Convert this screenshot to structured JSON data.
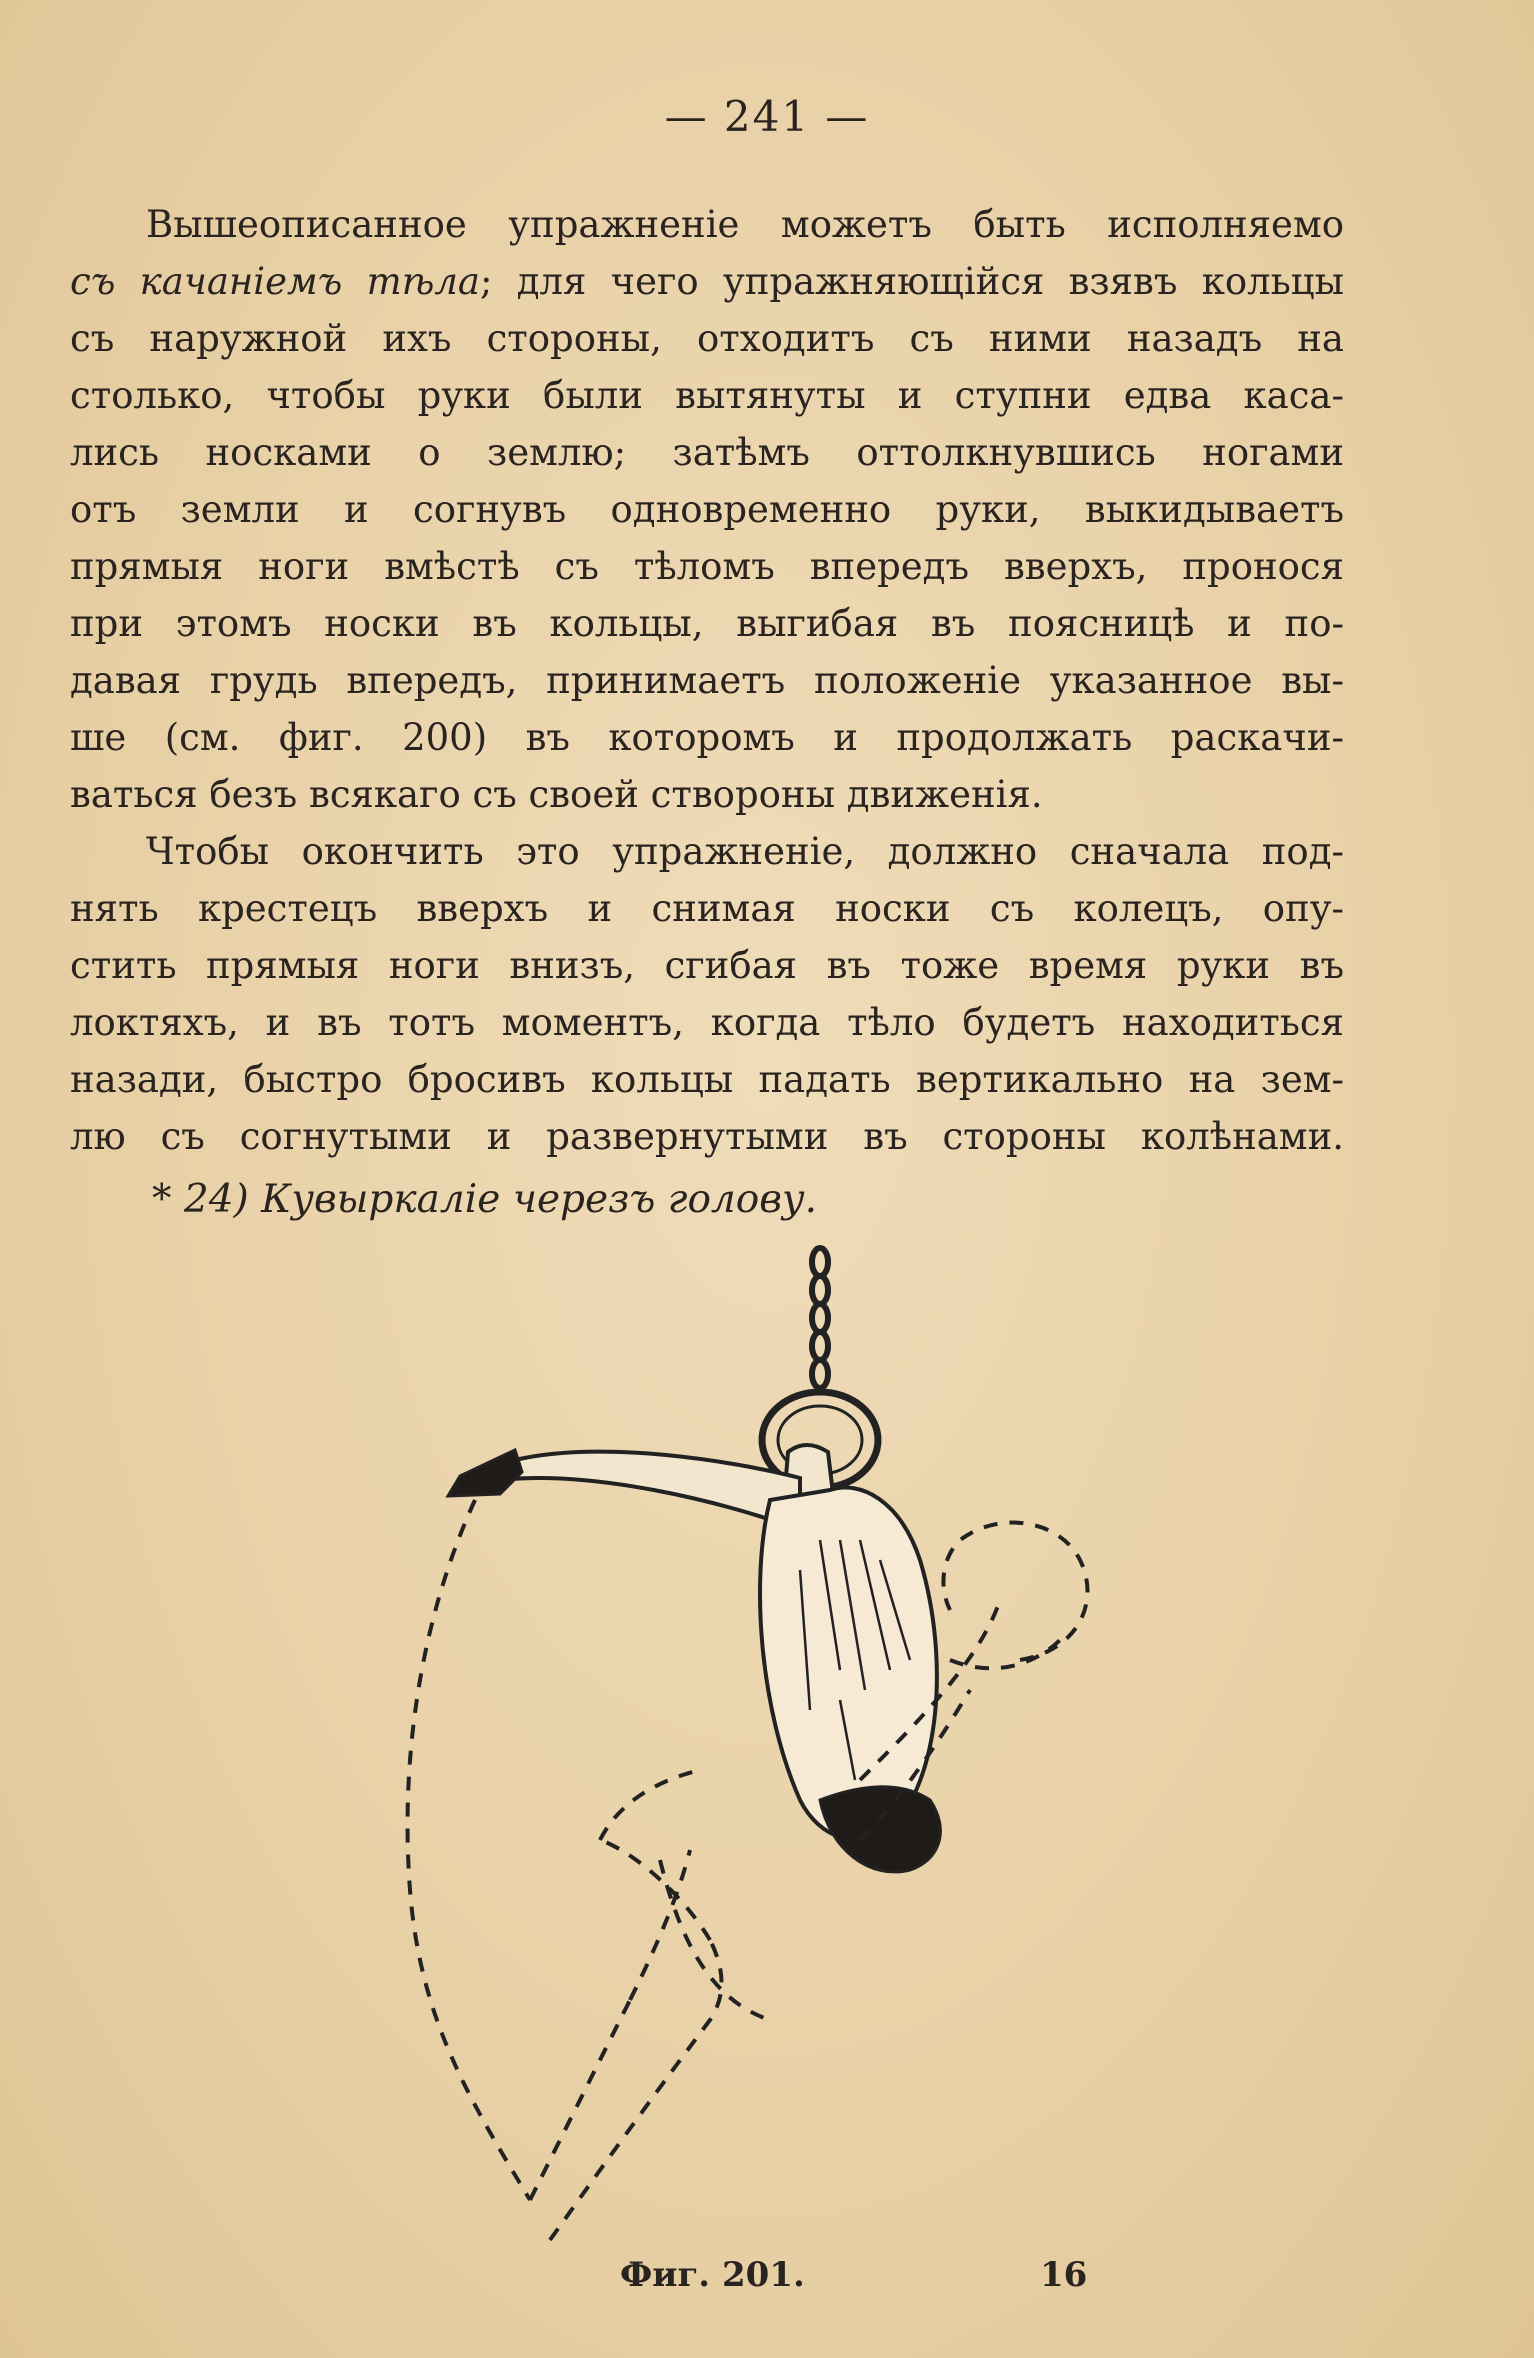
{
  "page_number": "— 241 —",
  "paragraph1": {
    "line1": "Вышеописанное упражненіе можетъ быть исполняемо",
    "line2_em": "съ качаніемъ тѣла",
    "line2_rest": "; для чего упражняющійся взявъ кольцы",
    "line3": "съ наружной ихъ стороны, отходитъ съ ними назадъ на",
    "line4": "столько, чтобы руки были вытянуты и ступни едва каса-",
    "line5": "лись носками о землю; затѣмъ оттолкнувшись ногами",
    "line6": "отъ земли и согнувъ одновременно руки, выкидываетъ",
    "line7": "прямыя ноги вмѣстѣ съ тѣломъ впередъ вверхъ, пронося",
    "line8": "при этомъ носки въ кольцы, выгибая въ поясницѣ и по-",
    "line9": "давая грудь впередъ, принимаетъ положеніе указанное вы-",
    "line10": "ше (см. фиг. 200) въ которомъ и продолжать раскачи-",
    "line11": "ваться безъ всякаго съ своей створоны движенія."
  },
  "paragraph2": {
    "line1": "Чтобы окончить это упражненіе, должно сначала под-",
    "line2": "нять крестецъ вверхъ и снимая носки съ колецъ, опу-",
    "line3": "стить прямыя ноги внизъ, сгибая въ тоже время руки въ",
    "line4": "локтяхъ, и въ тотъ моментъ, когда тѣло будетъ находиться",
    "line5": "назади, быстро бросивъ кольцы падать вертикально на зем-",
    "line6": "лю съ согнутыми и развернутыми въ стороны колѣнами."
  },
  "section_heading": "* 24) Кувыркаліе черезъ голову.",
  "figure": {
    "caption": "Фиг. 201.",
    "signature": "16"
  }
}
